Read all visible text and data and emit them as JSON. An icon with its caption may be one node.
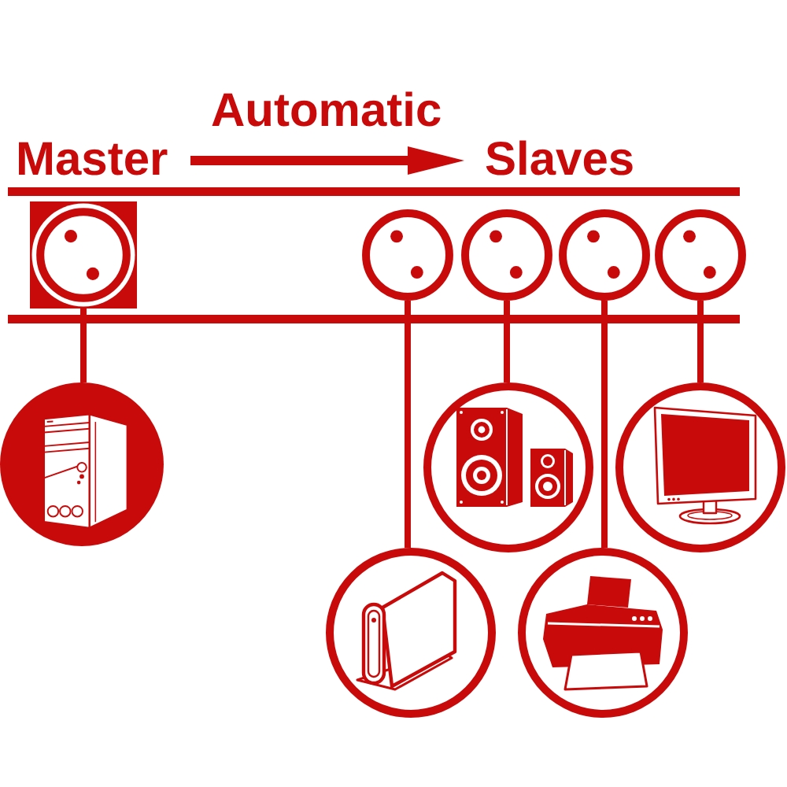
{
  "diagram": {
    "nodes": [
      {
        "text": [
          "Master"
        ]
      },
      {
        "text": [
          "Slaves"
        ]
      },
      {
        "text": [],
        "shape": "box"
      },
      {
        "text": [],
        "shape": "circle"
      },
      {
        "text": [],
        "shape": "circle"
      },
      {
        "text": [],
        "shape": "circle"
      },
      {
        "text": [],
        "shape": "circle"
      },
      {
        "text": [],
        "shape": "picture"
      },
      {
        "text": [],
        "shape": "picture"
      },
      {
        "text": [],
        "shape": "picture"
      },
      {
        "text": [],
        "shape": "picture"
      },
      {
        "text": [],
        "shape": "picture"
      }
    ],
    "edges": [
      {
        "from": 0,
        "to": 1,
        "arrow": "to",
        "label": "Automatic"
      },
      {
        "from": 2,
        "to": 7,
        "arrow": "none"
      },
      {
        "from": 3,
        "to": 10,
        "arrow": "none"
      },
      {
        "from": 4,
        "to": 8,
        "arrow": "none"
      },
      {
        "from": 5,
        "to": 11,
        "arrow": "none"
      },
      {
        "from": 6,
        "to": 9,
        "arrow": "none"
      }
    ]
  }
}
